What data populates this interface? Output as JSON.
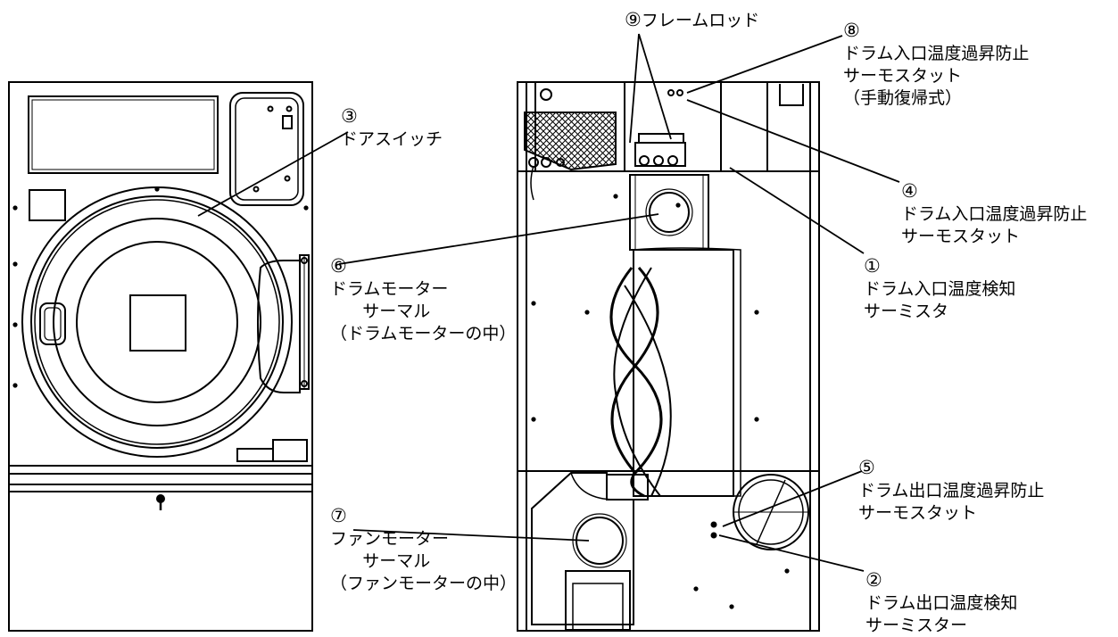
{
  "labels": {
    "l1": {
      "num": "①",
      "lines": [
        "ドラム入口温度検知",
        "サーミスタ"
      ]
    },
    "l2": {
      "num": "②",
      "lines": [
        "ドラム出口温度検知",
        "サーミスター"
      ]
    },
    "l3": {
      "num": "③",
      "lines": [
        "ドアスイッチ"
      ]
    },
    "l4": {
      "num": "④",
      "lines": [
        "ドラム入口温度過昇防止",
        "サーモスタット"
      ]
    },
    "l5": {
      "num": "⑤",
      "lines": [
        "ドラム出口温度過昇防止",
        "サーモスタット"
      ]
    },
    "l6": {
      "num": "⑥",
      "lines": [
        "ドラムモーター",
        "サーマル",
        "（ドラムモーターの中）"
      ]
    },
    "l7": {
      "num": "⑦",
      "lines": [
        "ファンモーター",
        "サーマル",
        "（ファンモーターの中）"
      ]
    },
    "l8": {
      "num": "⑧",
      "lines": [
        "ドラム入口温度過昇防止",
        "サーモスタット",
        "（手動復帰式）"
      ]
    },
    "l9": {
      "num": "⑨",
      "text": "フレームロッド"
    }
  }
}
